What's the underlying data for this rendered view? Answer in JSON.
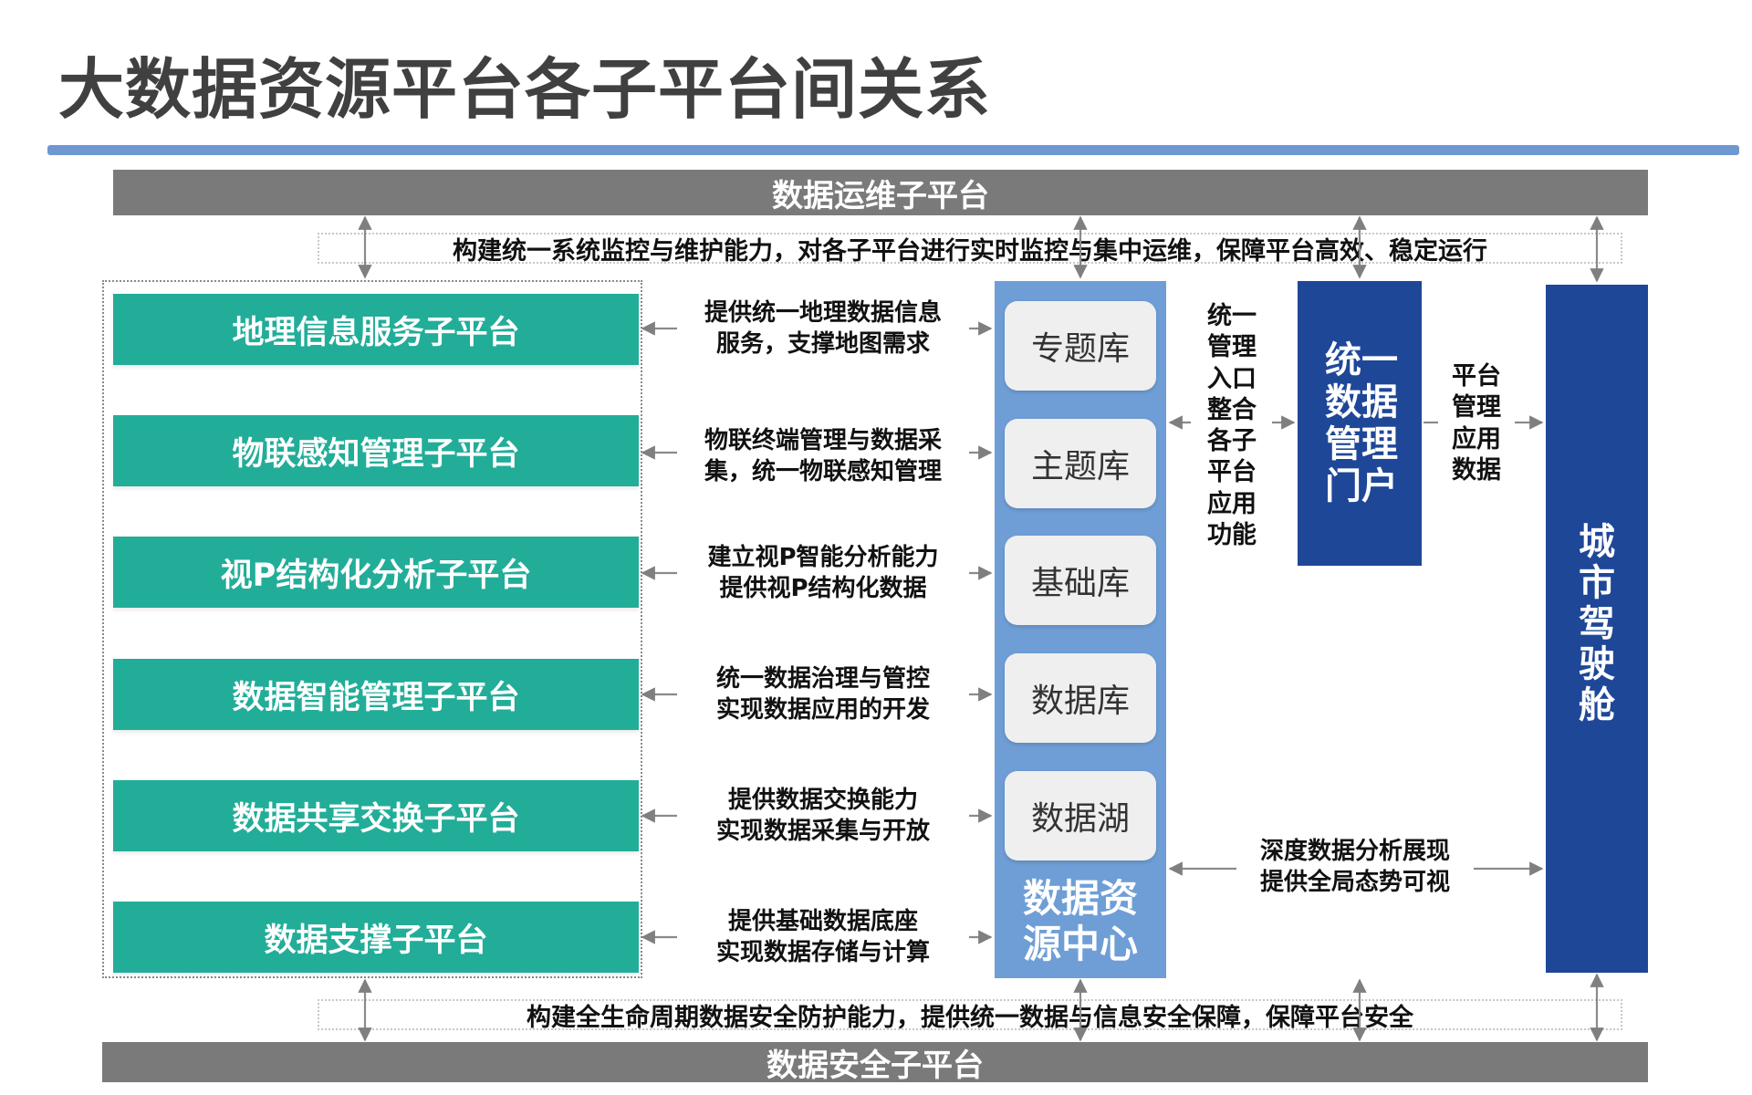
{
  "title": "大数据资源平台各子平台间关系",
  "ops_bar": "数据运维子平台",
  "ops_band": "构建统一系统监控与维护能力，对各子平台进行实时监控与集中运维，保障平台高效、稳定运行",
  "security_band": "构建全生命周期数据安全防护能力，提供统一数据与信息安全保障，保障平台安全",
  "security_bar": "数据安全子平台",
  "subplatforms": [
    {
      "label": "地理信息服务子平台",
      "desc": [
        "提供统一地理数据信息",
        "服务，支撑地图需求"
      ]
    },
    {
      "label": "物联感知管理子平台",
      "desc": [
        "物联终端管理与数据采",
        "集，统一物联感知管理"
      ]
    },
    {
      "label": "视P结构化分析子平台",
      "desc": [
        "建立视P智能分析能力",
        "提供视P结构化数据"
      ]
    },
    {
      "label": "数据智能管理子平台",
      "desc": [
        "统一数据治理与管控",
        "实现数据应用的开发"
      ]
    },
    {
      "label": "数据共享交换子平台",
      "desc": [
        "提供数据交换能力",
        "实现数据采集与开放"
      ]
    },
    {
      "label": "数据支撑子平台",
      "desc": [
        "提供基础数据底座",
        "实现数据存储与计算"
      ]
    }
  ],
  "libraries": [
    "专题库",
    "主题库",
    "基础库",
    "数据库",
    "数据湖"
  ],
  "resource_center": [
    "数据资",
    "源中心"
  ],
  "portal_entry_text": [
    "统一",
    "管理",
    "入口",
    "整合",
    "各子",
    "平台",
    "应用",
    "功能"
  ],
  "portal": [
    "统一",
    "数据",
    "管理",
    "门户"
  ],
  "portal_data_text": [
    "平台",
    "管理",
    "应用",
    "数据"
  ],
  "analysis_text": [
    "深度数据分析展现",
    "提供全局态势可视"
  ],
  "cockpit": [
    "城",
    "市",
    "驾",
    "驶",
    "舱"
  ],
  "colors": {
    "gray": "#7a7a7a",
    "teal": "#22ad99",
    "center": "#6f9ed6",
    "navy": "#1f4798",
    "title_line": "#6f97d0"
  }
}
